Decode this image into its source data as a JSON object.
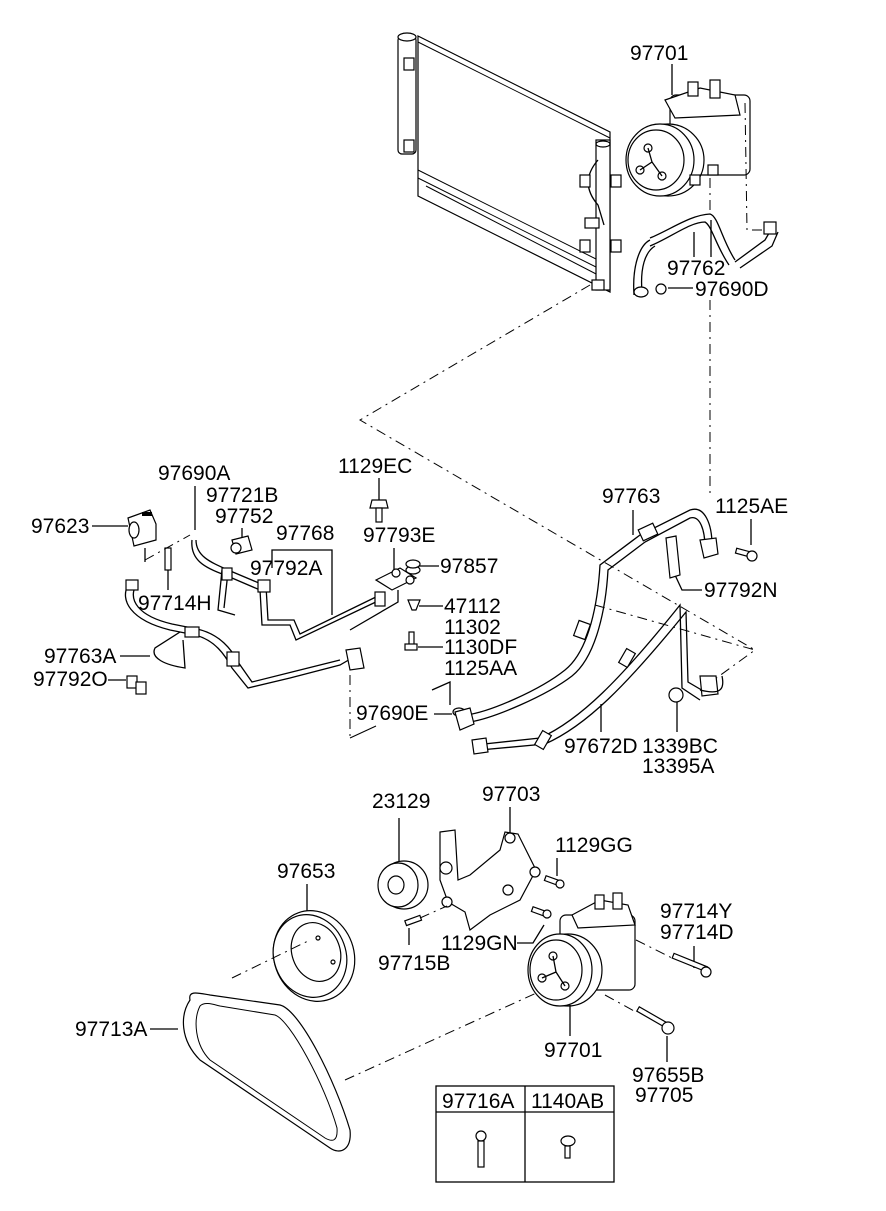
{
  "diagram": {
    "title": "A/C Compressor, Condenser, Lines and Drive Belt — Parts Diagram",
    "labels": {
      "p97701_top": "97701",
      "p97762": "97762",
      "p97690D": "97690D",
      "p97690A": "97690A",
      "p97721B": "97721B",
      "p97752": "97752",
      "p97623": "97623",
      "p97768": "97768",
      "p97792A": "97792A",
      "p97714H": "97714H",
      "p97763A": "97763A",
      "p97792O": "97792O",
      "p1129EC": "1129EC",
      "p97793E": "97793E",
      "p97857": "97857",
      "p47112": "47112",
      "p11302": "11302",
      "p1130DF": "1130DF",
      "p1125AA": "1125AA",
      "p97690E": "97690E",
      "p97763": "97763",
      "p1125AE": "1125AE",
      "p97792N": "97792N",
      "p97672D": "97672D",
      "p1339BC": "1339BC",
      "p13395A": "13395A",
      "p23129": "23129",
      "p97703": "97703",
      "p1129GG": "1129GG",
      "p97653": "97653",
      "p97715B": "97715B",
      "p1129GN": "1129GN",
      "p97714Y": "97714Y",
      "p97714D": "97714D",
      "p97713A": "97713A",
      "p97701_bottom": "97701",
      "p97655B": "97655B",
      "p97705": "97705"
    },
    "fastener_table": {
      "columns": [
        "97716A",
        "1140AB"
      ],
      "icons": [
        "long-flange-bolt-icon",
        "short-washer-bolt-icon"
      ]
    }
  }
}
